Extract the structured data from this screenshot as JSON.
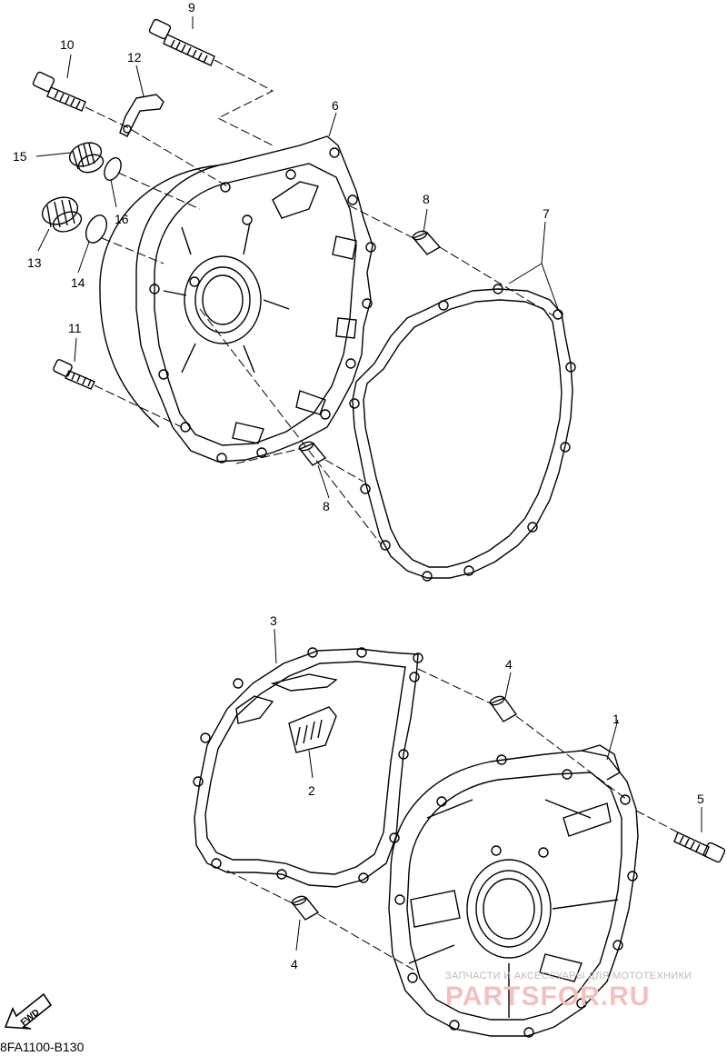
{
  "diagram": {
    "part_labels": {
      "p1": "1",
      "p2": "2",
      "p3": "3",
      "p4a": "4",
      "p4b": "4",
      "p5": "5",
      "p6": "6",
      "p7": "7",
      "p8a": "8",
      "p8b": "8",
      "p9": "9",
      "p10": "10",
      "p11": "11",
      "p12": "12",
      "p13": "13",
      "p14": "14",
      "p15": "15",
      "p16": "16"
    },
    "fwd_label": "FWD",
    "reference_code": "8FA1100-B130"
  },
  "watermark": {
    "tagline": "ЗАПЧАСТИ И АКСЕССУАРЫ ДЛЯ МОТОТЕХНИКИ",
    "brand": "PARTSFOR.RU"
  }
}
